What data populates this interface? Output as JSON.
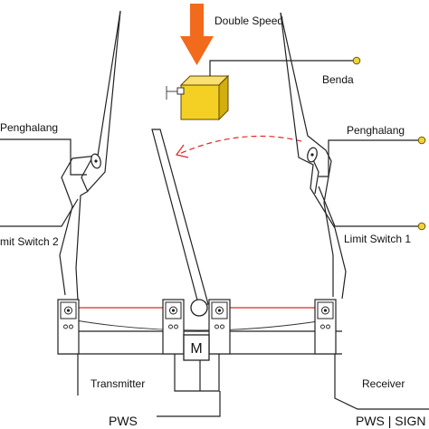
{
  "labels": {
    "double_speed": "Double Speed",
    "benda": "Benda",
    "penghalang_left": "Penghalang",
    "penghalang_right": "Penghalang",
    "limit_switch_2": "mit Switch 2",
    "limit_switch_1": "Limit Switch 1",
    "motor": "M",
    "transmitter": "Transmitter",
    "receiver": "Receiver",
    "pws_left": "PWS",
    "pws_signal": "PWS | SIGN"
  },
  "colors": {
    "arrow_orange": "#f26a1b",
    "box_yellow": "#f5d024",
    "beam_red": "#e0262b",
    "dot_yellow": "#f1d23a",
    "line": "#222222"
  },
  "icons": {
    "push_arrow": "down-arrow-icon",
    "motion_arrow": "curved-dashed-arrow-icon"
  }
}
